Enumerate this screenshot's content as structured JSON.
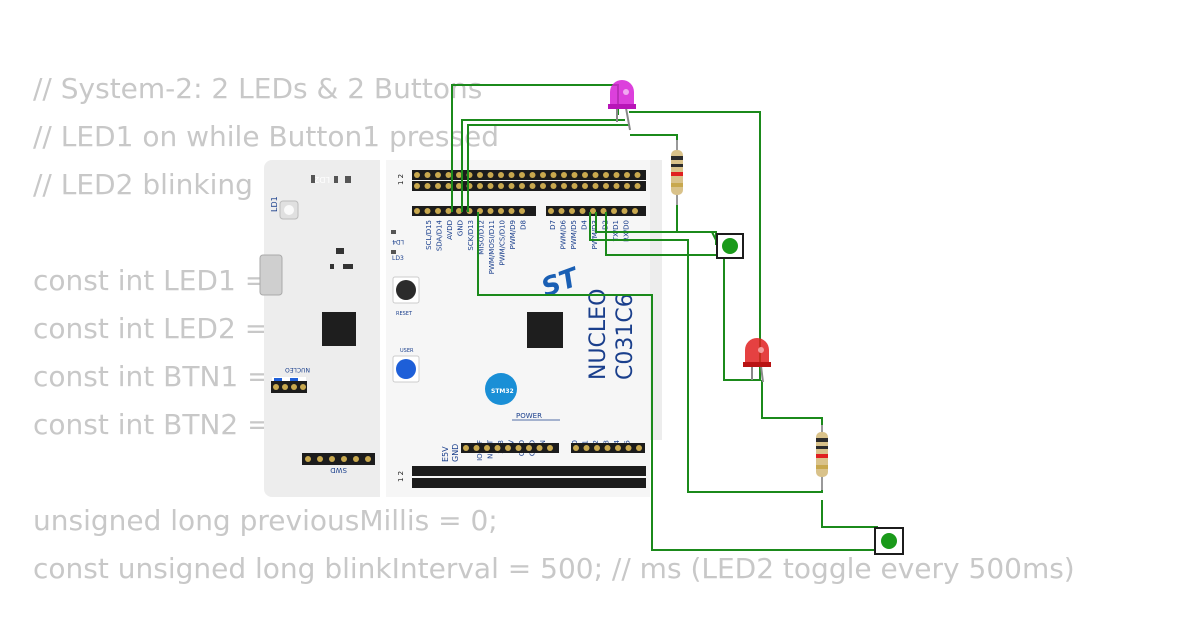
{
  "code_lines": [
    "// System-2: 2 LEDs & 2 Buttons",
    "// LED1 on while Button1 pressed",
    "// LED2 blinking ... 3",
    "",
    "const int LED1 = ... LED biasa)",
    "const int LED2 = ... as yang tersedia)",
    "const int BTN1 = ...",
    "const int BTN2 = ...",
    "",
    "unsigned long previousMillis = 0;",
    "const unsigned long blinkInterval = 500; // ms (LED2 toggle every 500ms)"
  ],
  "board": {
    "model": "NUCLEO",
    "chip": "C031C6",
    "brand": "ST",
    "stm32_logo": "STM32",
    "header_number": "1 2",
    "labels": {
      "ld2": "LD2",
      "ld1": "LD1",
      "ld4": "LD4",
      "ld3": "LD3",
      "reset": "RESET",
      "user": "USER",
      "nucleo_small": "NUCLEO",
      "swd": "SWD",
      "power": "POWER",
      "e5v": "E5V",
      "gnd": "GND"
    },
    "left_header_pins": [
      "SCL/D15",
      "SDA/D14",
      "AVDD",
      "GND",
      "SCK/D13",
      "MISO/D12",
      "PWM/MOSI/D11",
      "PWM/CS/D10",
      "PWM/D9",
      "D8"
    ],
    "right_header_pins": [
      "D7",
      "PWM/D6",
      "PWM/D5",
      "D4",
      "PWM/D3",
      "D2",
      "TX/D1",
      "RX/D0"
    ],
    "power_pins": [
      "IOREF",
      "NRST",
      "3V3",
      "5V",
      "GND",
      "GND",
      "VIN"
    ],
    "analog_pins": [
      "A0",
      "A1",
      "A2",
      "A3",
      "A4",
      "A5"
    ]
  },
  "components": [
    {
      "type": "led",
      "color": "#d61fd6"
    },
    {
      "type": "led",
      "color": "#e02020"
    },
    {
      "type": "resistor"
    },
    {
      "type": "resistor"
    },
    {
      "type": "pushbutton",
      "cap_color": "#1a9a1a"
    },
    {
      "type": "pushbutton",
      "cap_color": "#1a9a1a"
    }
  ],
  "colors": {
    "wire": "#1b8a1b",
    "board": "#eeeeee",
    "pcb_white": "#f7f7f7",
    "code_text": "#c8c8c8",
    "user_button": "#1e5fd8",
    "header": "#1c1c1c"
  }
}
